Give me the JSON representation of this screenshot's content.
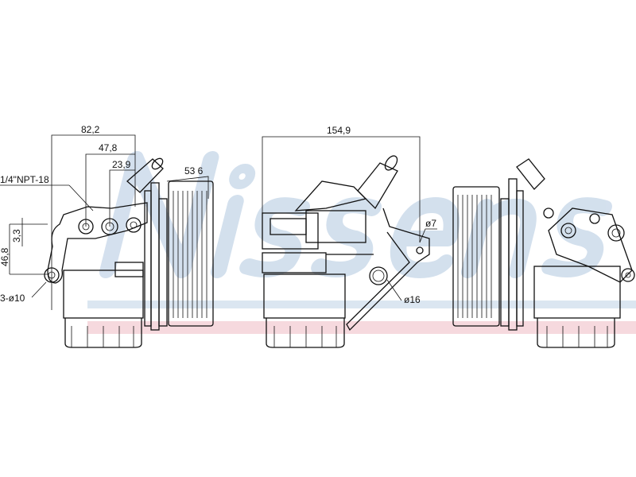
{
  "watermark": {
    "brand": "Nissens",
    "color": "#c5d6e8",
    "band_color": "#f6d9de"
  },
  "dimensions": {
    "side_view": {
      "width_82": "82,2",
      "width_47": "47,8",
      "width_23": "23,9",
      "depth_53": "53 6",
      "thread": "1/4\"NPT-18",
      "height_46": "46,8",
      "height_3": "3,3",
      "holes": "3-ø10"
    },
    "front_view": {
      "width_154": "154,9",
      "hole_7": "ø7",
      "hole_16": "ø16"
    }
  }
}
